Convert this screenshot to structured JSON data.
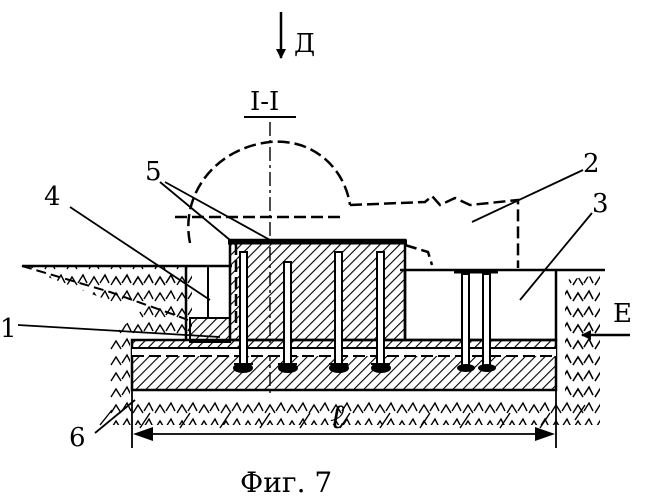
{
  "figure": {
    "caption": "Фиг. 7",
    "view_arrow_top": "Д",
    "view_arrow_side": "Е",
    "section_label": "I-I",
    "dimension_label": "ℓ",
    "callouts": [
      "1",
      "2",
      "3",
      "4",
      "5",
      "6"
    ]
  }
}
